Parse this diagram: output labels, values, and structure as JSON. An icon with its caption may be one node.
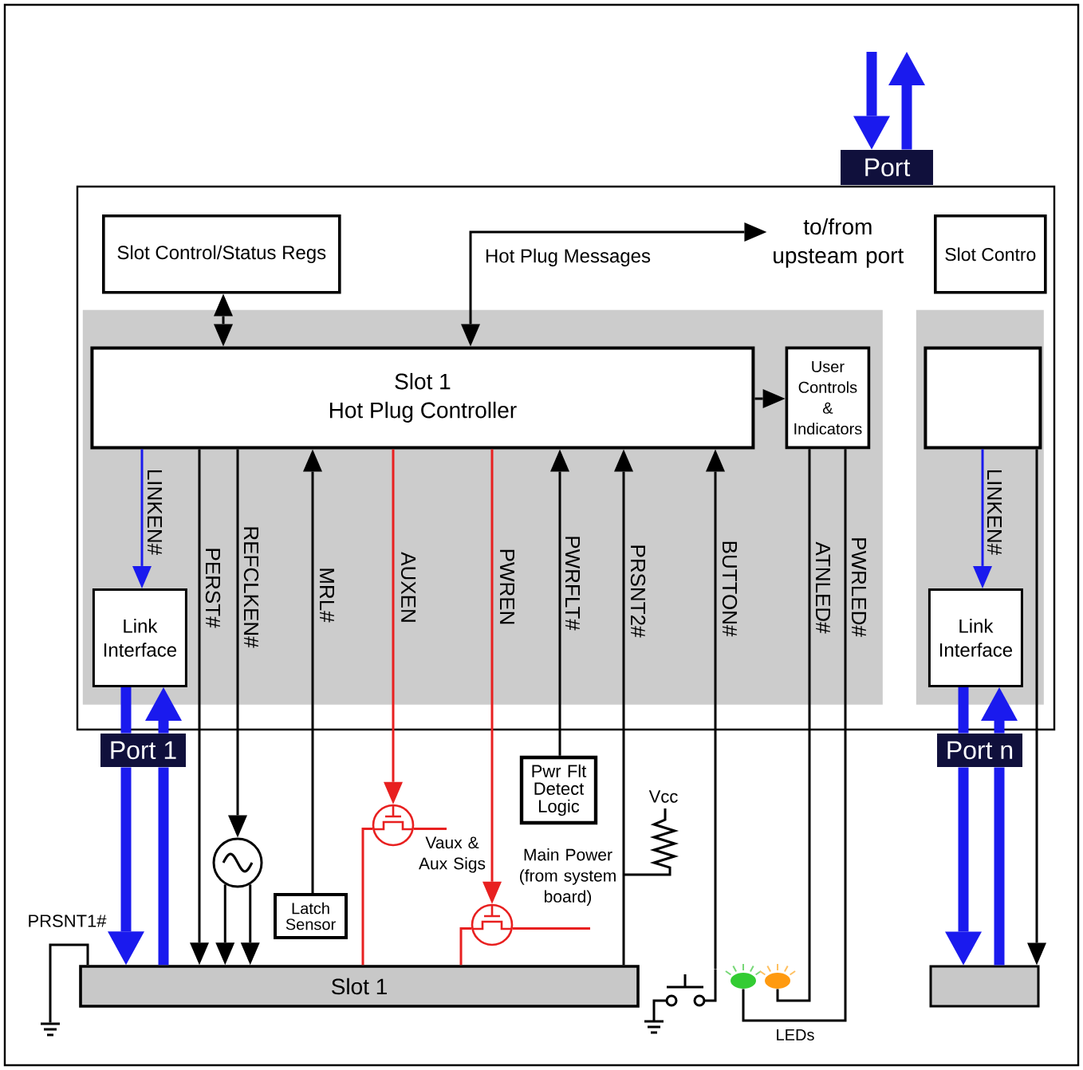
{
  "diagram": {
    "nodes": [
      {
        "text": [],
        "shape": "box"
      },
      {
        "text": [
          "Port"
        ]
      },
      {
        "text": [
          "Slot Control/Status Regs"
        ],
        "in": 0
      },
      {
        "text": [
          "to/from upsteam port"
        ],
        "in": 0
      },
      {
        "text": [
          "Slot Contro"
        ],
        "in": 0
      },
      {
        "text": [],
        "shape": "box",
        "in": 0
      },
      {
        "text": [
          "Slot 1",
          "Hot Plug Controller"
        ],
        "in": 5
      },
      {
        "text": [
          "User Controls & Indicators"
        ],
        "in": 5
      },
      {
        "text": [
          "Link Interface"
        ],
        "in": 5
      },
      {
        "text": [],
        "shape": "box",
        "in": 0
      },
      {
        "text": [],
        "shape": "box",
        "in": 9
      },
      {
        "text": [
          "Link Interface"
        ],
        "in": 9
      },
      {
        "text": [
          "Port 1"
        ]
      },
      {
        "text": [
          "Port n"
        ]
      },
      {
        "text": [
          "Pwr Flt Detect Logic"
        ]
      },
      {
        "text": [],
        "shape": "transistor"
      },
      {
        "text": [],
        "shape": "circle"
      },
      {
        "text": [
          "Latch Sensor"
        ]
      },
      {
        "text": [],
        "shape": "transistor"
      },
      {
        "text": [
          "Slot 1"
        ]
      },
      {
        "text": [],
        "shape": "bar"
      },
      {
        "text": [],
        "shape": "switch"
      },
      {
        "text": [],
        "shape": "led"
      },
      {
        "text": [],
        "shape": "led"
      },
      {
        "text": [],
        "shape": "ground"
      }
    ],
    "edges": [
      {
        "from": 2,
        "to": 6,
        "arrow": "both"
      },
      {
        "from": 6,
        "to": 3,
        "arrow": "both",
        "label": "Hot Plug Messages"
      },
      {
        "from": 6,
        "to": 7,
        "arrow": "to"
      },
      {
        "from": 6,
        "to": 8,
        "arrow": "to",
        "label": "LINKEN#",
        "color": "#1a1aee"
      },
      {
        "from": 6,
        "to": 19,
        "arrow": "to",
        "label": "PERST#"
      },
      {
        "from": 6,
        "to": 16,
        "arrow": "to",
        "label": "REFCLKEN#"
      },
      {
        "from": 16,
        "to": 19,
        "arrow": "to"
      },
      {
        "from": 16,
        "to": 19,
        "arrow": "to"
      },
      {
        "from": 17,
        "to": 6,
        "arrow": "to",
        "label": "MRL#"
      },
      {
        "from": 6,
        "to": 15,
        "arrow": "to",
        "label": "AUXEN",
        "color": "#e82020"
      },
      {
        "from": 6,
        "to": 18,
        "arrow": "to",
        "label": "PWREN",
        "color": "#e82020"
      },
      {
        "from": 15,
        "to": 19,
        "arrow": "none",
        "color": "#e82020"
      },
      {
        "from": 15,
        "to": null,
        "arrow": "none",
        "label": "Vaux & Aux Sigs",
        "color": "#e82020"
      },
      {
        "from": 18,
        "to": 19,
        "arrow": "none",
        "color": "#e82020"
      },
      {
        "from": 18,
        "to": null,
        "arrow": "none",
        "label": "Main Power (from system board)",
        "color": "#e82020"
      },
      {
        "from": 14,
        "to": 6,
        "arrow": "to",
        "label": "PWRFLT#"
      },
      {
        "from": 19,
        "to": 6,
        "arrow": "to",
        "label": "PRSNT2#"
      },
      {
        "from": 21,
        "to": 6,
        "arrow": "to",
        "label": "BUTTON#"
      },
      {
        "from": 7,
        "to": 23,
        "arrow": "none",
        "label": "ATNLED#"
      },
      {
        "from": 7,
        "to": 22,
        "arrow": "none",
        "label": "PWRLED#"
      },
      {
        "from": 10,
        "to": 11,
        "arrow": "to",
        "label": "LINKEN#",
        "color": "#1a1aee"
      },
      {
        "from": 10,
        "to": 20,
        "arrow": "to"
      },
      {
        "from": 8,
        "to": 12,
        "arrow": "none",
        "style": "thick",
        "color": "#1a1aee"
      },
      {
        "from": 12,
        "to": 19,
        "arrow": "to",
        "style": "thick",
        "color": "#1a1aee"
      },
      {
        "from": 19,
        "to": 12,
        "arrow": "none",
        "style": "thick",
        "color": "#1a1aee"
      },
      {
        "from": 12,
        "to": 8,
        "arrow": "to",
        "style": "thick",
        "color": "#1a1aee"
      },
      {
        "from": 11,
        "to": 13,
        "arrow": "none",
        "style": "thick",
        "color": "#1a1aee"
      },
      {
        "from": 13,
        "to": 20,
        "arrow": "to",
        "style": "thick",
        "color": "#1a1aee"
      },
      {
        "from": 20,
        "to": 13,
        "arrow": "none",
        "style": "thick",
        "color": "#1a1aee"
      },
      {
        "from": 13,
        "to": 11,
        "arrow": "to",
        "style": "thick",
        "color": "#1a1aee"
      },
      {
        "from": null,
        "to": 1,
        "arrow": "to",
        "style": "thick",
        "color": "#1a1aee"
      },
      {
        "from": 1,
        "to": null,
        "arrow": "to",
        "style": "thick",
        "color": "#1a1aee"
      },
      {
        "from": 19,
        "to": 24,
        "arrow": "none",
        "label": "PRSNT1#"
      }
    ],
    "labels": [
      "Vcc",
      "LEDs"
    ]
  }
}
